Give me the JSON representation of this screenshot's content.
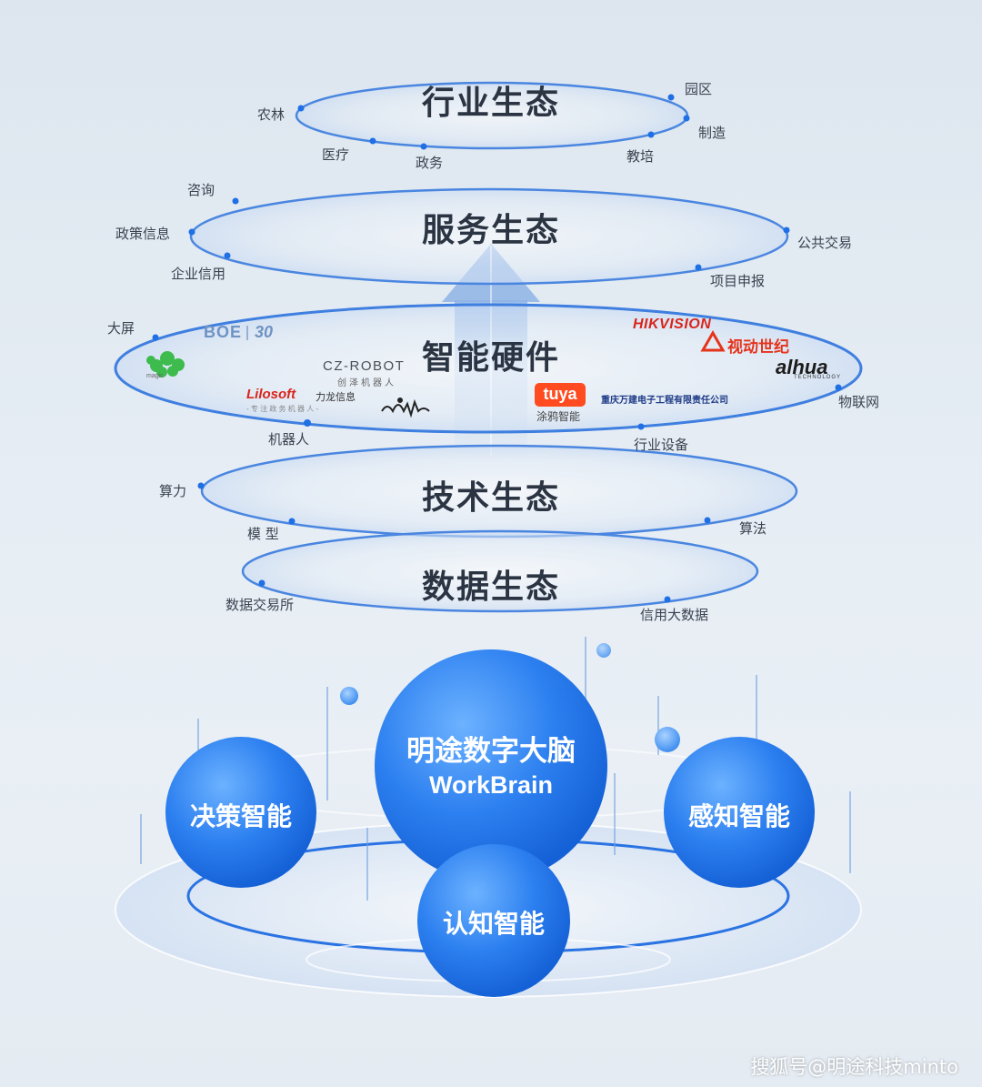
{
  "layers": [
    {
      "title": "行业生态",
      "labels": [
        "农林",
        "医疗",
        "政务",
        "教培",
        "园区",
        "制造"
      ]
    },
    {
      "title": "服务生态",
      "labels": [
        "咨询",
        "政策信息",
        "企业信用",
        "公共交易",
        "项目申报"
      ]
    },
    {
      "title": "智能硬件",
      "labels": [
        "大屏",
        "机器人",
        "行业设备",
        "物联网"
      ]
    },
    {
      "title": "技术生态",
      "labels": [
        "算力",
        "模 型",
        "算法"
      ]
    },
    {
      "title": "数据生态",
      "labels": [
        "数据交易所",
        "信用大数据"
      ]
    }
  ],
  "logos": {
    "boe": "BOE",
    "boe_num": "30",
    "czrobot": "CZ-ROBOT",
    "czrobot_sub": "创泽机器人",
    "lilosoft": "Lilosoft",
    "lilosoft_cn": "力龙信息",
    "lilosoft_sub": "- 专 注 政 务 机 器 人 -",
    "magic": "magic",
    "tuya": "tuya",
    "tuya_sub": "涂鸦智能",
    "chongqing": "重庆万建电子工程有限责任公司",
    "hikvision": "HIKVISION",
    "shidong": "视动世纪",
    "dahua": "alhua",
    "dahua_sub": "TECHNOLOGY"
  },
  "core": {
    "title": "明途数字大脑",
    "subtitle": "WorkBrain"
  },
  "spheres": {
    "left": "决策智能",
    "right": "感知智能",
    "bottom": "认知智能"
  },
  "watermark": "搜狐号@明途科技minto",
  "colors": {
    "accent": "#1f6fe5",
    "ring": "#4a86e0",
    "text": "#2b3442"
  }
}
